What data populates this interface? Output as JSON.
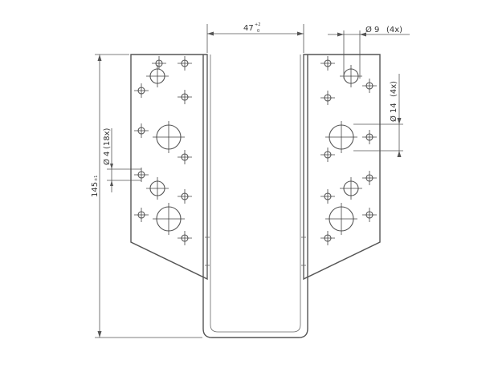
{
  "dimensions": {
    "width": {
      "value": "47",
      "tol_upper": "+2",
      "tol_lower": "0"
    },
    "height": {
      "value": "145",
      "tol": "±1"
    },
    "hole_small": {
      "label": "Ø 4",
      "count": "(18x)"
    },
    "hole_medium": {
      "label": "Ø 9",
      "count": "(4x)"
    },
    "hole_large": {
      "label": "Ø 14",
      "count": "(4x)"
    }
  },
  "colors": {
    "line": "#555555",
    "background": "#ffffff"
  }
}
